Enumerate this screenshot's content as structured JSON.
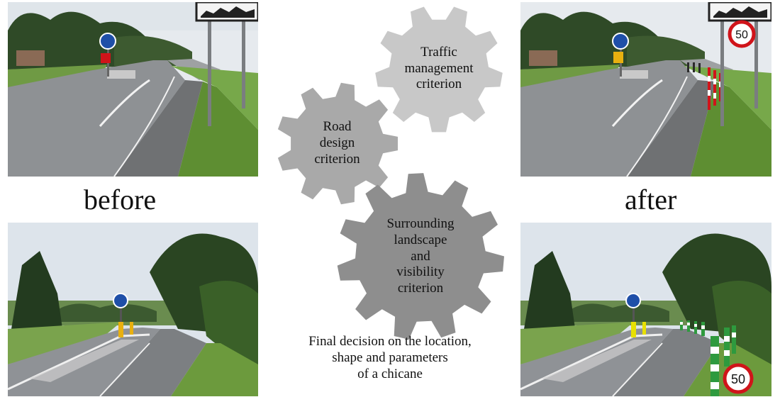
{
  "captions": {
    "before": "before",
    "after": "after"
  },
  "gears": {
    "traffic": {
      "label": "Traffic\nmanagement\ncriterion",
      "color": "#c8c8c8"
    },
    "road": {
      "label": "Road\ndesign\ncriterion",
      "color": "#a9a9a9"
    },
    "landscape": {
      "label": "Surrounding\nlandscape\nand\nvisibility\ncriterion",
      "color": "#8e8e8e"
    }
  },
  "final_decision": "Final decision on the location,\nshape and parameters\nof a chicane",
  "signs": {
    "speed_limit_top": "50",
    "speed_limit_bottom": "50"
  },
  "colors": {
    "sky": "#e4e9ee",
    "asphalt": "#8a8d90",
    "grass": "#5f8f3a",
    "trees": "#2f4d26",
    "sign_blue": "#1f4fa8",
    "sign_red": "#d0141a",
    "post_green": "#2e9a3e"
  }
}
